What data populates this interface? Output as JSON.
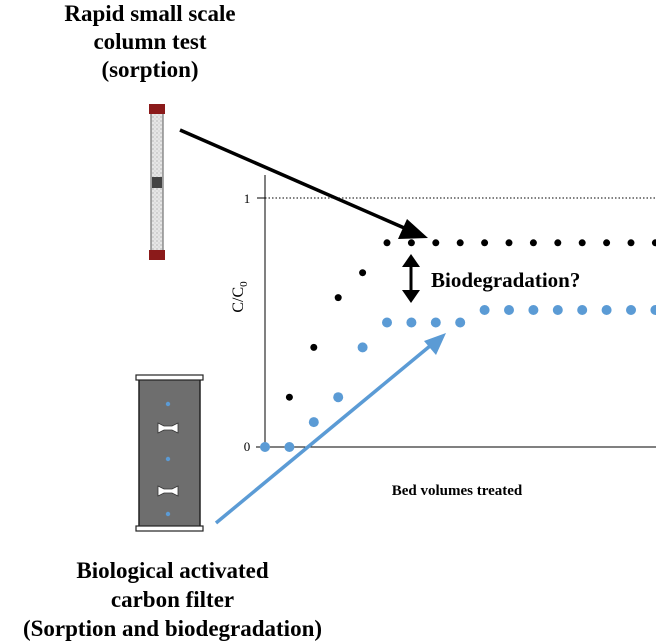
{
  "top_label": [
    "Rapid small scale",
    "column test",
    "(sorption)"
  ],
  "bottom_label": [
    "Biological activated",
    "carbon filter",
    "(Sorption and biodegradation)"
  ],
  "annotation": "Biodegradation?",
  "colors": {
    "black_series": "#000000",
    "blue_series": "#5b9bd5",
    "arrow_blue": "#5b9bd5",
    "filter_body": "#6e6e6e",
    "column_cap": "#8b1a1a"
  },
  "chart_data": {
    "type": "scatter",
    "xlabel": "Bed volumes treated",
    "ylabel": "C/C0",
    "ylabel_main": "C/C",
    "ylabel_sub": "0",
    "y_ticks": [
      "0",
      "1"
    ],
    "reference_line": {
      "y": 1,
      "style": "dotted"
    },
    "series": [
      {
        "color": "#000000",
        "points": [
          [
            1,
            0.2
          ],
          [
            2,
            0.4
          ],
          [
            3,
            0.6
          ],
          [
            4,
            0.7
          ],
          [
            5,
            0.82
          ],
          [
            6,
            0.82
          ],
          [
            7,
            0.82
          ],
          [
            8,
            0.82
          ],
          [
            9,
            0.82
          ],
          [
            10,
            0.82
          ],
          [
            11,
            0.82
          ],
          [
            12,
            0.82
          ],
          [
            13,
            0.82
          ],
          [
            14,
            0.82
          ],
          [
            15,
            0.82
          ],
          [
            16,
            0.82
          ]
        ]
      },
      {
        "color": "#5b9bd5",
        "points": [
          [
            0,
            0
          ],
          [
            1,
            0
          ],
          [
            2,
            0.1
          ],
          [
            3,
            0.2
          ],
          [
            4,
            0.4
          ],
          [
            5,
            0.5
          ],
          [
            6,
            0.5
          ],
          [
            7,
            0.5
          ],
          [
            8,
            0.5
          ],
          [
            9,
            0.55
          ],
          [
            10,
            0.55
          ],
          [
            11,
            0.55
          ],
          [
            12,
            0.55
          ],
          [
            13,
            0.55
          ],
          [
            14,
            0.55
          ],
          [
            15,
            0.55
          ],
          [
            16,
            0.55
          ]
        ]
      }
    ]
  }
}
